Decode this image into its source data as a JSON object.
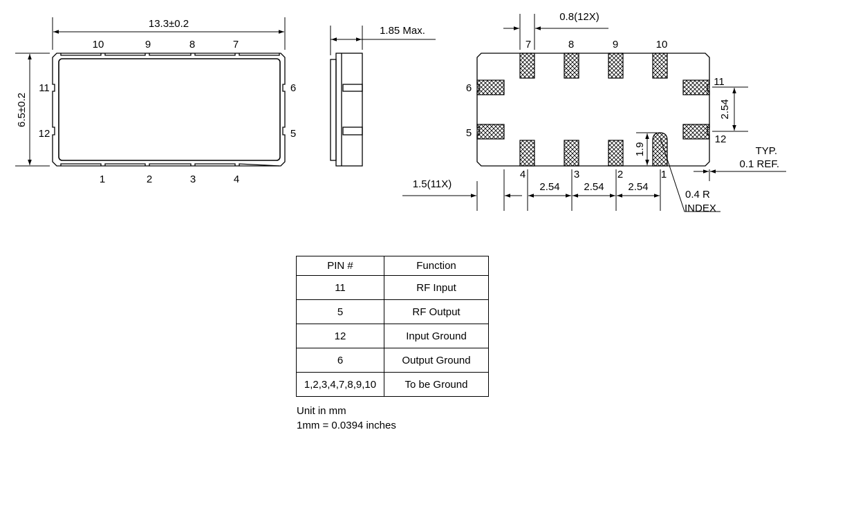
{
  "top_view": {
    "width_dim": "13.3±0.2",
    "height_dim": "6.5±0.2",
    "pins_top": [
      "10",
      "9",
      "8",
      "7"
    ],
    "pins_bottom": [
      "1",
      "2",
      "3",
      "4"
    ],
    "pin_left_upper": "11",
    "pin_left_lower": "12",
    "pin_right_upper": "6",
    "pin_right_lower": "5"
  },
  "side_view": {
    "height_dim": "1.85 Max."
  },
  "footprint": {
    "pad_width_dim": "0.8(12X)",
    "pad_length_dim": "1.5(11X)",
    "pitch": "2.54",
    "pitch_vertical": "2.54",
    "pad1_height": "1.9",
    "typ": "TYP.",
    "ref": "0.1 REF.",
    "radius": "0.4 R",
    "index": "INDEX",
    "pins_top": [
      "7",
      "8",
      "9",
      "10"
    ],
    "pins_bottom": [
      "4",
      "3",
      "2",
      "1"
    ],
    "pin_left_upper": "6",
    "pin_left_lower": "5",
    "pin_right_upper": "11",
    "pin_right_lower": "12"
  },
  "pin_table": {
    "headers": [
      "PIN #",
      "Function"
    ],
    "rows": [
      {
        "pin": "11",
        "function": "RF Input"
      },
      {
        "pin": "5",
        "function": "RF Output"
      },
      {
        "pin": "12",
        "function": "Input Ground"
      },
      {
        "pin": "6",
        "function": "Output Ground"
      },
      {
        "pin": "1,2,3,4,7,8,9,10",
        "function": "To be Ground"
      }
    ]
  },
  "notes": {
    "unit": "Unit in mm",
    "conversion": "1mm = 0.0394 inches"
  }
}
